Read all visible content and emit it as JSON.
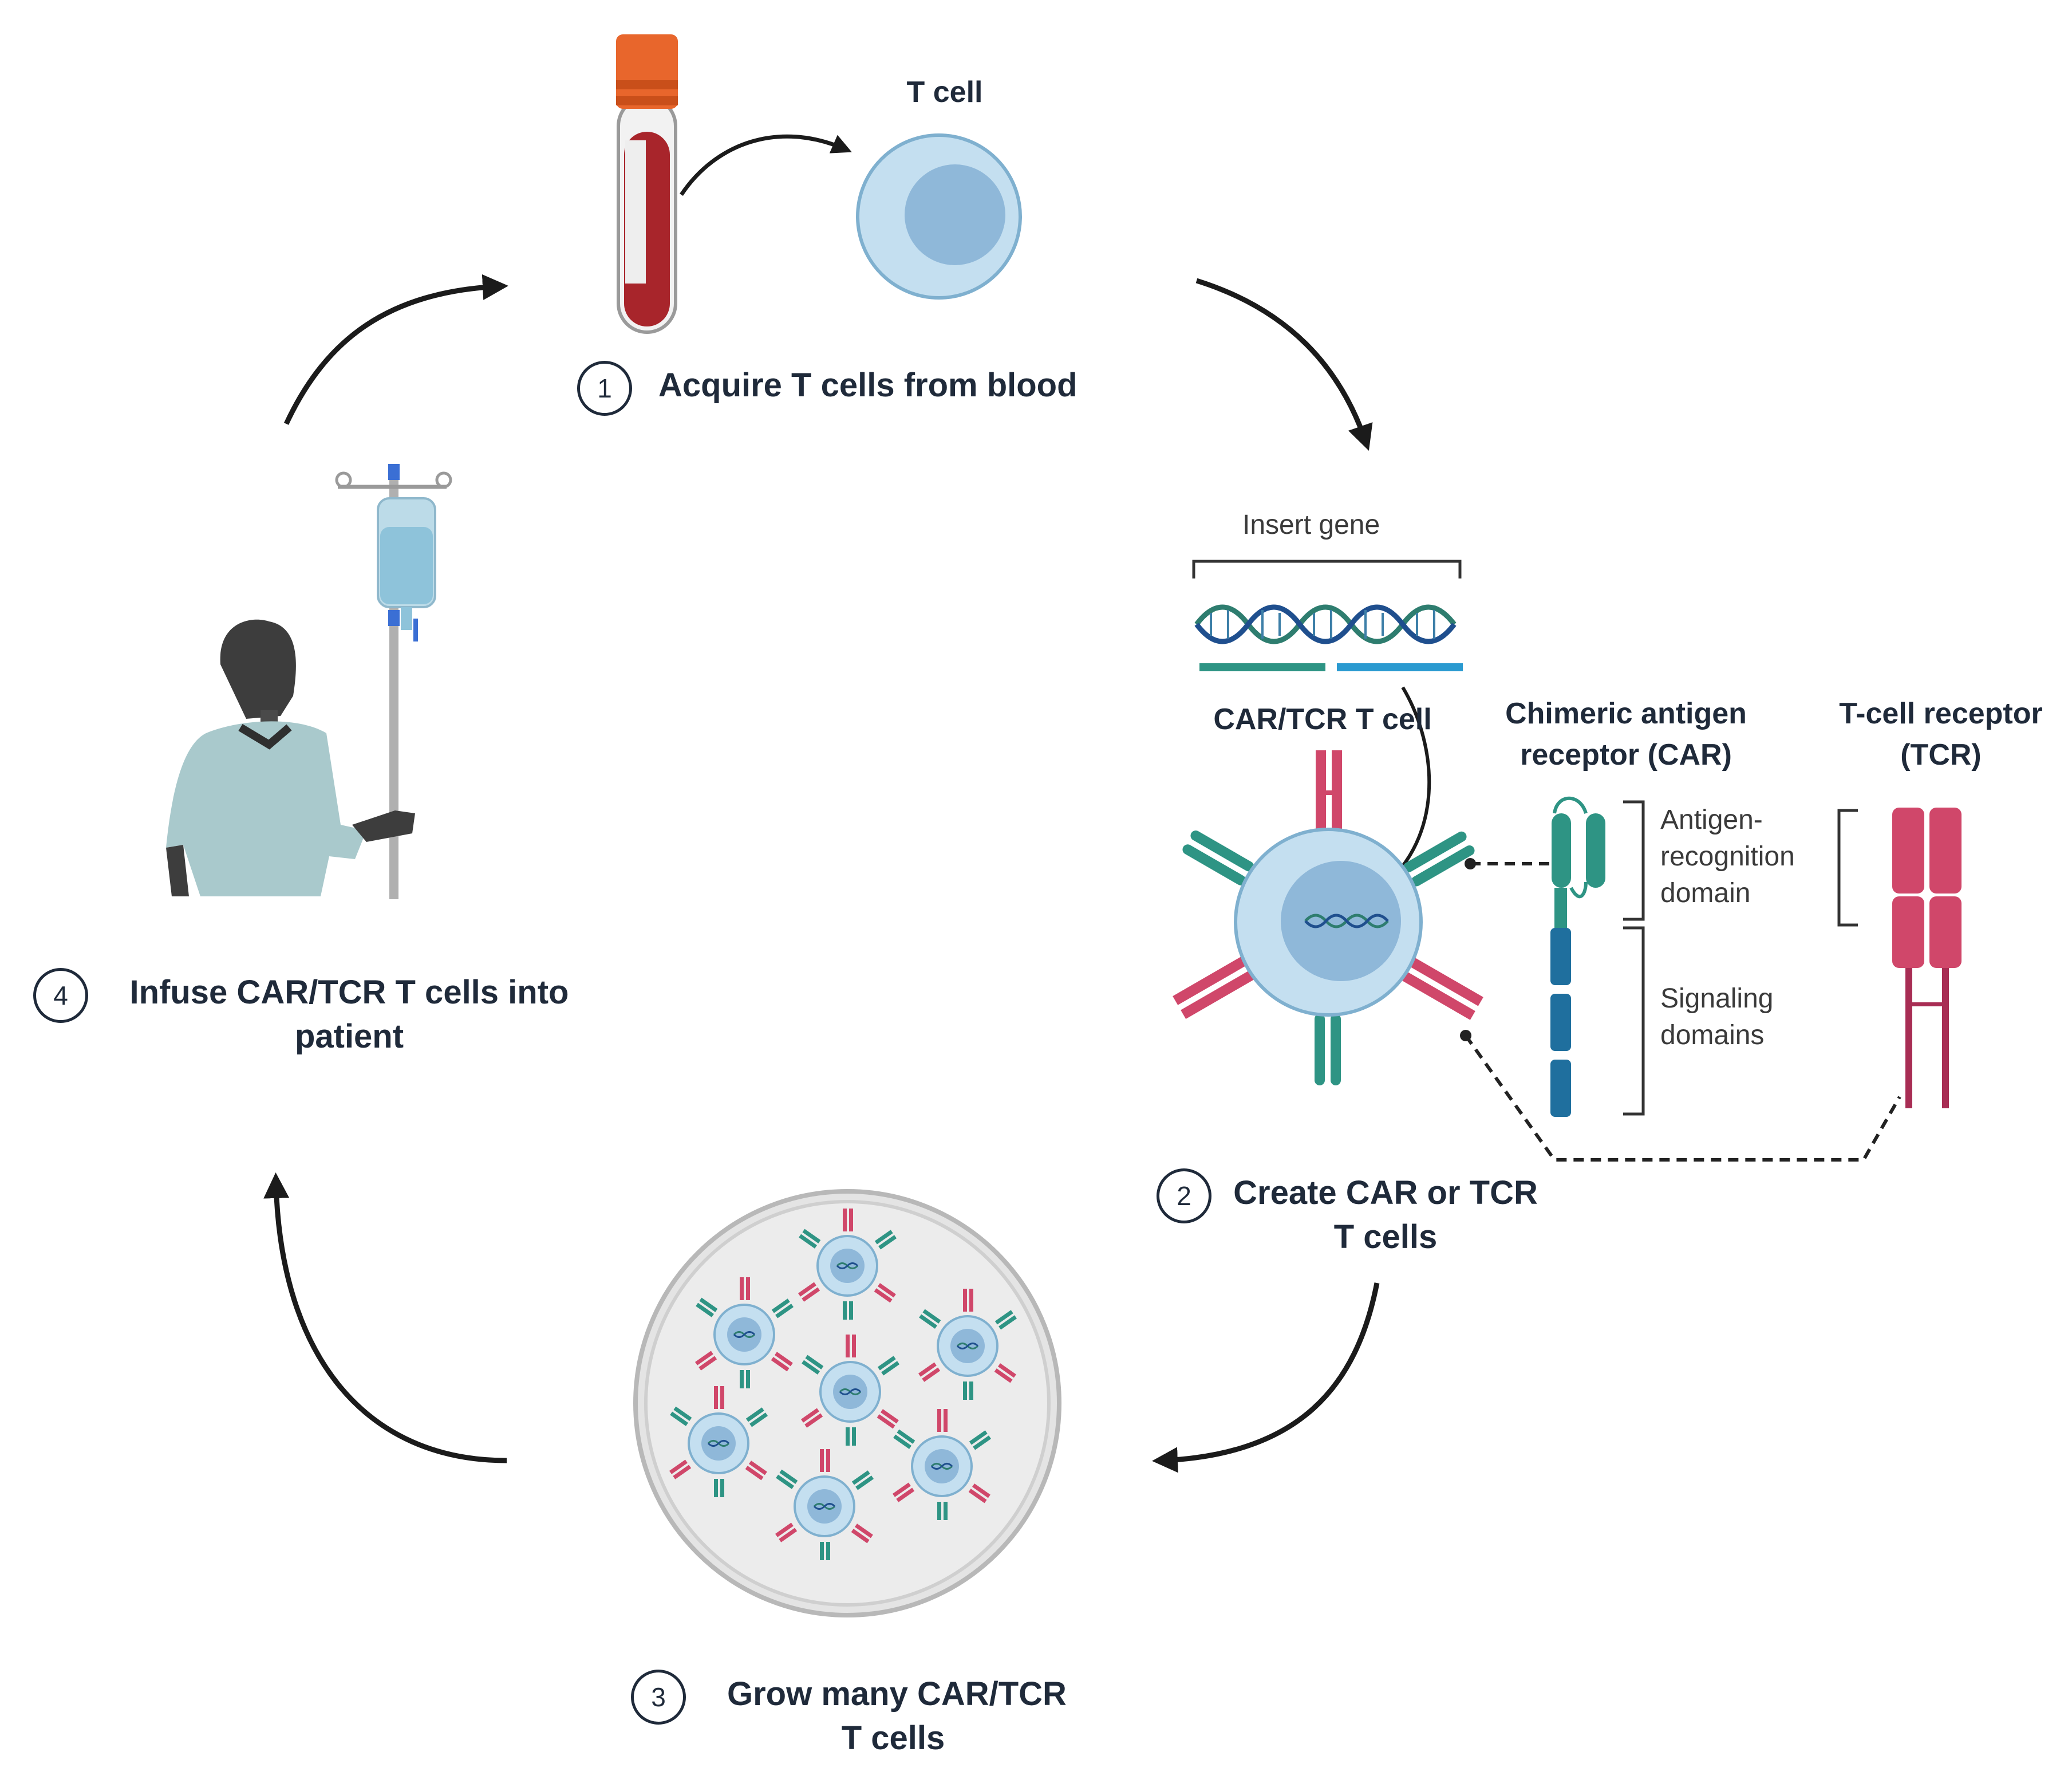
{
  "steps": [
    {
      "number": "1",
      "title": "Acquire T cells from blood"
    },
    {
      "number": "2",
      "title_line1": "Create CAR or TCR",
      "title_line2": "T cells"
    },
    {
      "number": "3",
      "title_line1": "Grow many CAR/TCR",
      "title_line2": "T cells"
    },
    {
      "number": "4",
      "title_line1": "Infuse CAR/TCR T cells into",
      "title_line2": "patient"
    }
  ],
  "labels": {
    "t_cell": "T cell",
    "insert_gene": "Insert gene",
    "car_tcr_t_cell": "CAR/TCR T cell",
    "car_title_line1": "Chimeric antigen",
    "car_title_line2": "receptor (CAR)",
    "tcr_title_line1": "T-cell receptor",
    "tcr_title_line2": "(TCR)",
    "antigen_line1": "Antigen-",
    "antigen_line2": "recognition",
    "antigen_line3": "domain",
    "signaling_line1": "Signaling",
    "signaling_line2": "domains"
  },
  "colors": {
    "arrow": "#1b1b1b",
    "text": "#1f2a3a",
    "cell_fill": "#c4dff0",
    "cell_nucleus": "#8fb8d9",
    "car_green": "#2e9484",
    "car_blue": "#1f6f9e",
    "tcr_pink": "#d0476a",
    "blood": "#a8252b",
    "tube_cap": "#e8662c",
    "gown": "#a9c9cc",
    "skin": "#3d3d3d"
  }
}
